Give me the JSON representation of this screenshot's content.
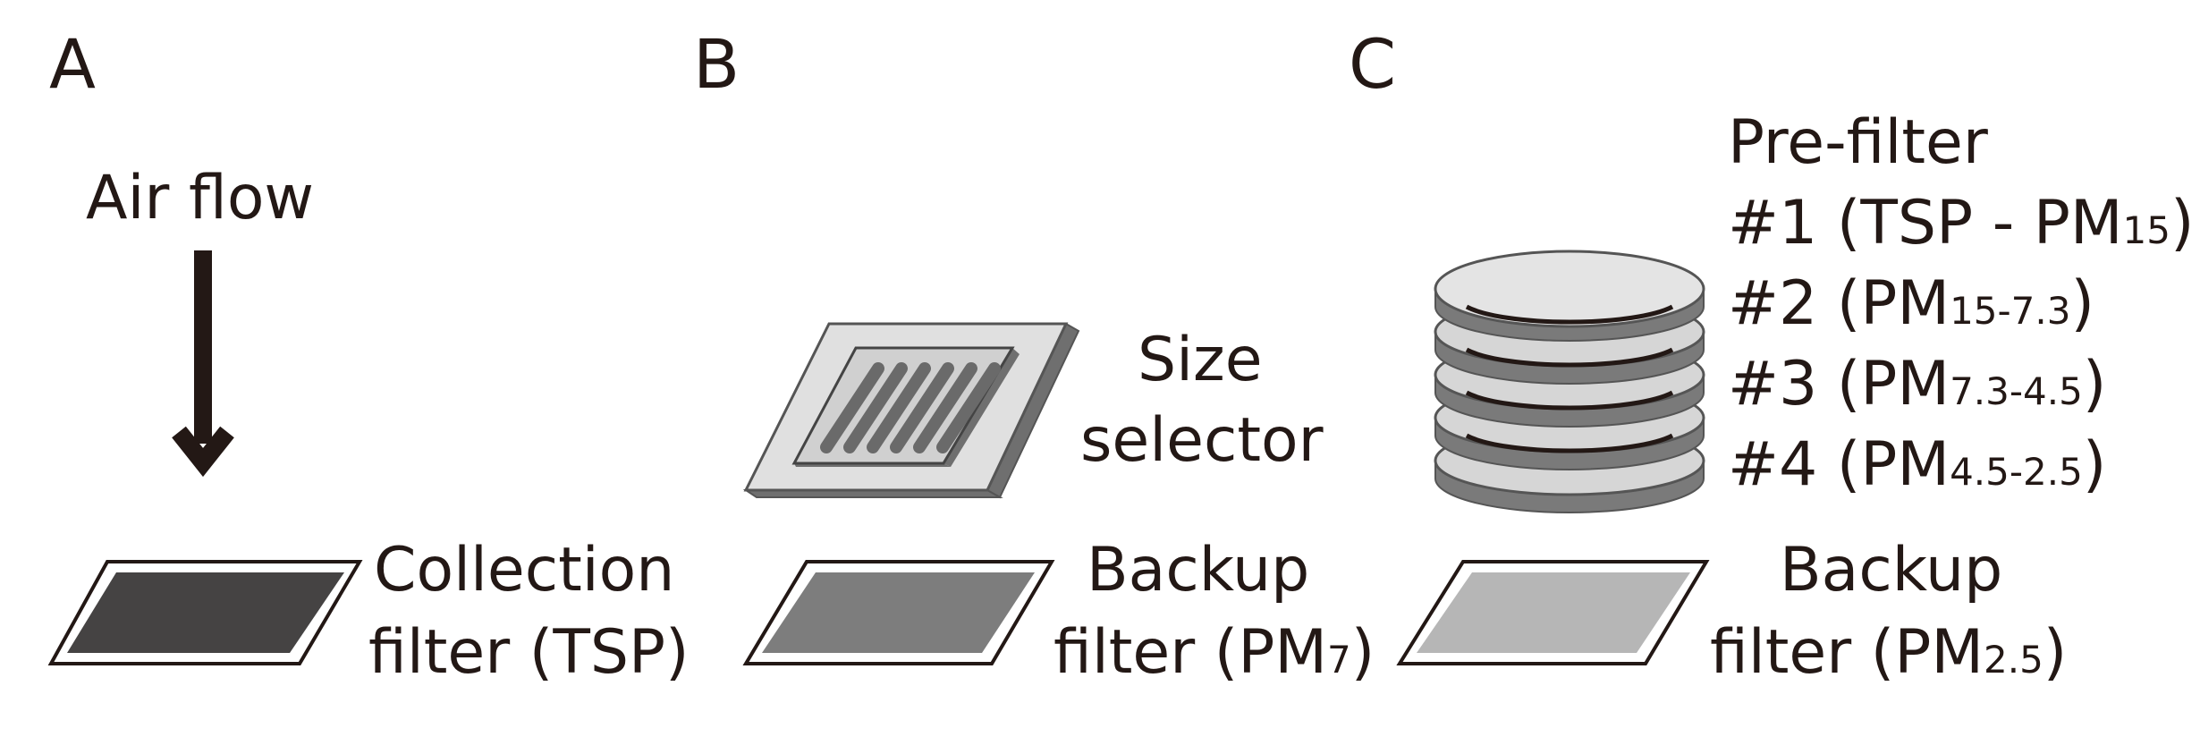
{
  "panels": {
    "a": {
      "letter": "A",
      "airflow_label": "Air flow",
      "filter_label_line1": "Collection",
      "filter_label_line2": "filter (TSP)"
    },
    "b": {
      "letter": "B",
      "selector_label_line1": "Size",
      "selector_label_line2": "selector",
      "backup_label_line1": "Backup",
      "backup_label_line2_main": "filter (PM",
      "backup_label_line2_sub": "7",
      "backup_label_line2_end": ")"
    },
    "c": {
      "letter": "C",
      "prefilter_title": "Pre-filter",
      "stages": [
        {
          "main": "#1 (TSP - PM",
          "sub": "15",
          "end": ")"
        },
        {
          "main": "#2 (PM",
          "sub": "15-7.3",
          "end": ")"
        },
        {
          "main": "#3 (PM",
          "sub": "7.3-4.5",
          "end": ")"
        },
        {
          "main": "#4 (PM",
          "sub": "4.5-2.5",
          "end": ")"
        }
      ],
      "backup_label_line1": "Backup",
      "backup_label_line2_main": "filter (PM",
      "backup_label_line2_sub": "2.5",
      "backup_label_line2_end": ")"
    }
  },
  "colors": {
    "text": "#231815",
    "collection_filter": "#454343",
    "backup_filter_pm7": "#7d7d7d",
    "backup_filter_pm25": "#b6b6b6"
  }
}
